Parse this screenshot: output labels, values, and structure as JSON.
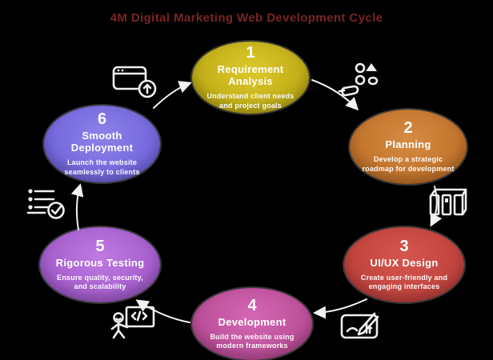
{
  "title": "4M Digital Marketing Web Development Cycle",
  "title_color": "#7a2424",
  "background_color": "#000000",
  "arrow_color": "#f2f2f2",
  "icon_color": "#f0f0f0",
  "steps": [
    {
      "number": "1",
      "title": "Requirement Analysis",
      "description": "Understand client needs and project goals",
      "color_light": "#ddc92b",
      "color_dark": "#b3a00e"
    },
    {
      "number": "2",
      "title": "Planning",
      "description": "Develop a strategic roadmap for development",
      "color_light": "#d68c44",
      "color_dark": "#b6671f"
    },
    {
      "number": "3",
      "title": "UI/UX Design",
      "description": "Create user-friendly and engaging interfaces",
      "color_light": "#d6564f",
      "color_dark": "#b73a36"
    },
    {
      "number": "4",
      "title": "Development",
      "description": "Build the website using modern frameworks",
      "color_light": "#d468b4",
      "color_dark": "#b1428c"
    },
    {
      "number": "5",
      "title": "Rigorous Testing",
      "description": "Ensure quality, security, and scalability",
      "color_light": "#c07ae3",
      "color_dark": "#9750c2"
    },
    {
      "number": "6",
      "title": "Smooth Deployment",
      "description": "Launch the website seamlessly to clients",
      "color_light": "#8d82ea",
      "color_dark": "#685ad6"
    }
  ],
  "icons": [
    {
      "name": "browser-upload-icon",
      "meaning": "deployment"
    },
    {
      "name": "strategy-shapes-icon",
      "meaning": "planning"
    },
    {
      "name": "wireframe-columns-icon",
      "meaning": "ui-ux-design"
    },
    {
      "name": "sketch-pencil-icon",
      "meaning": "design-editing"
    },
    {
      "name": "presenter-code-icon",
      "meaning": "development"
    },
    {
      "name": "checklist-check-icon",
      "meaning": "testing"
    }
  ]
}
